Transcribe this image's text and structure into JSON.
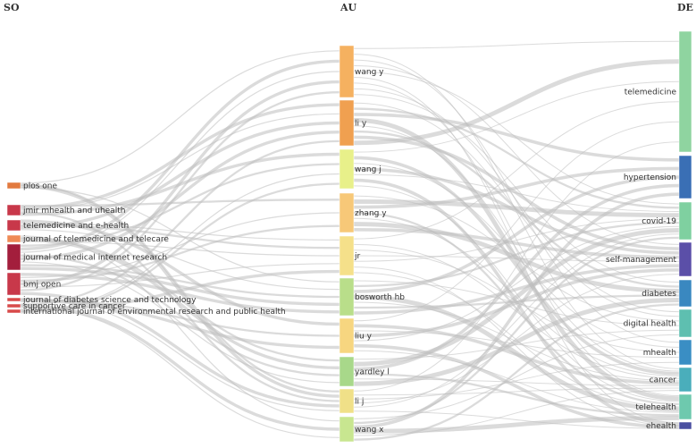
{
  "columns": {
    "so": "SO",
    "au": "AU",
    "de": "DE"
  },
  "so_nodes": [
    {
      "label": "plos one",
      "color": "#e27a3f"
    },
    {
      "label": "jmir mhealth and uhealth",
      "color": "#c8384a"
    },
    {
      "label": "telemedicine and e-health",
      "color": "#c8384a"
    },
    {
      "label": "journal of telemedicine and telecare",
      "color": "#ef8a55"
    },
    {
      "label": "journal of medical internet research",
      "color": "#a31e3c"
    },
    {
      "label": "bmj open",
      "color": "#c8384a"
    },
    {
      "label": "journal of diabetes science and technology",
      "color": "#d84a4a"
    },
    {
      "label": "supportive care in cancer",
      "color": "#d84a4a"
    },
    {
      "label": "international journal of environmental research and public health",
      "color": "#d84a4a"
    }
  ],
  "au_nodes": [
    {
      "label": "wang y",
      "color": "#f5b160"
    },
    {
      "label": "li y",
      "color": "#f0a050"
    },
    {
      "label": "wang j",
      "color": "#e8f08a"
    },
    {
      "label": "zhang y",
      "color": "#f7c878"
    },
    {
      "label": "jr",
      "color": "#f5e08a"
    },
    {
      "label": "bosworth hb",
      "color": "#b9de8a"
    },
    {
      "label": "liu y",
      "color": "#f7d680"
    },
    {
      "label": "yardley l",
      "color": "#a8d88a"
    },
    {
      "label": "li j",
      "color": "#f0e088"
    },
    {
      "label": "wang x",
      "color": "#c8e690"
    }
  ],
  "de_nodes": [
    {
      "label": "telemedicine",
      "color": "#8fd4a0"
    },
    {
      "label": "hypertension",
      "color": "#3a6fb5"
    },
    {
      "label": "covid-19",
      "color": "#7fd0a0"
    },
    {
      "label": "self-management",
      "color": "#5b4fa8"
    },
    {
      "label": "diabetes",
      "color": "#3a88c0"
    },
    {
      "label": "digital health",
      "color": "#5ebfb0"
    },
    {
      "label": "mhealth",
      "color": "#3a8ec4"
    },
    {
      "label": "cancer",
      "color": "#4aaebb"
    },
    {
      "label": "telehealth",
      "color": "#6ec9ae"
    },
    {
      "label": "ehealth",
      "color": "#4a4fa0"
    }
  ],
  "link_color": "#bdbdbd"
}
